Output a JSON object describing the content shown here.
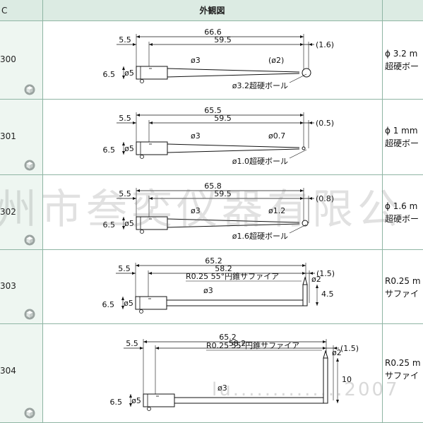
{
  "header": {
    "col_a": "C",
    "col_b": "外観図",
    "col_c": ""
  },
  "watermark": {
    "text": "州市叁奕仪器有限公",
    "url_text": "lu..............2007"
  },
  "rows": [
    {
      "code": "300",
      "total": "66.6",
      "shank": "59.5",
      "left": "5.5",
      "tip": "(1.6)",
      "dia_left": "6.5",
      "d5": "ø5",
      "d3": "ø3",
      "tipdia": "(ø2)",
      "ball": "ø3.2超硬ボール",
      "desc1": "ϕ 3.2 m",
      "desc2": "超硬ボー"
    },
    {
      "code": "301",
      "total": "65.5",
      "shank": "59.5",
      "left": "5.5",
      "tip": "(0.5)",
      "dia_left": "6.5",
      "d5": "ø5",
      "d3": "ø3",
      "tipdia": "ø0.7",
      "ball": "ø1.0超硬ボール",
      "desc1": "ϕ 1 mm",
      "desc2": "超硬ボー"
    },
    {
      "code": "302",
      "total": "65.8",
      "shank": "59.5",
      "left": "5.5",
      "tip": "(0.8)",
      "dia_left": "6.5",
      "d5": "ø5",
      "d3": "ø3",
      "tipdia": "ø1.2",
      "ball": "ø1.6超硬ボール",
      "desc1": "ϕ 1.6 m",
      "desc2": "超硬ボー"
    },
    {
      "code": "303",
      "total": "65.2",
      "shank": "58.2",
      "left": "5.5",
      "tip": "(1.5)",
      "dia_left": "6.5",
      "d5": "ø5",
      "d3": "ø3",
      "tipdia": "ø2",
      "side": "4.5",
      "note": "R0.25  55°円錐サファイア",
      "desc1": "R0.25 m",
      "desc2": "サファイ"
    },
    {
      "code": "304",
      "total": "65.2",
      "shank": "58.2",
      "left": "5.5",
      "tip": "(1.5)",
      "dia_left": "6.5",
      "d5": "ø5",
      "d3": "ø3",
      "tipdia": "ø2",
      "side": "10",
      "note": "R0.25  55°円錐サファイア",
      "desc1": "R0.25 m",
      "desc2": "サファイ"
    }
  ],
  "colors": {
    "header_bg": "#dcebe3",
    "border": "#8fb5a4",
    "col_a_bg": "#eef6f1"
  }
}
